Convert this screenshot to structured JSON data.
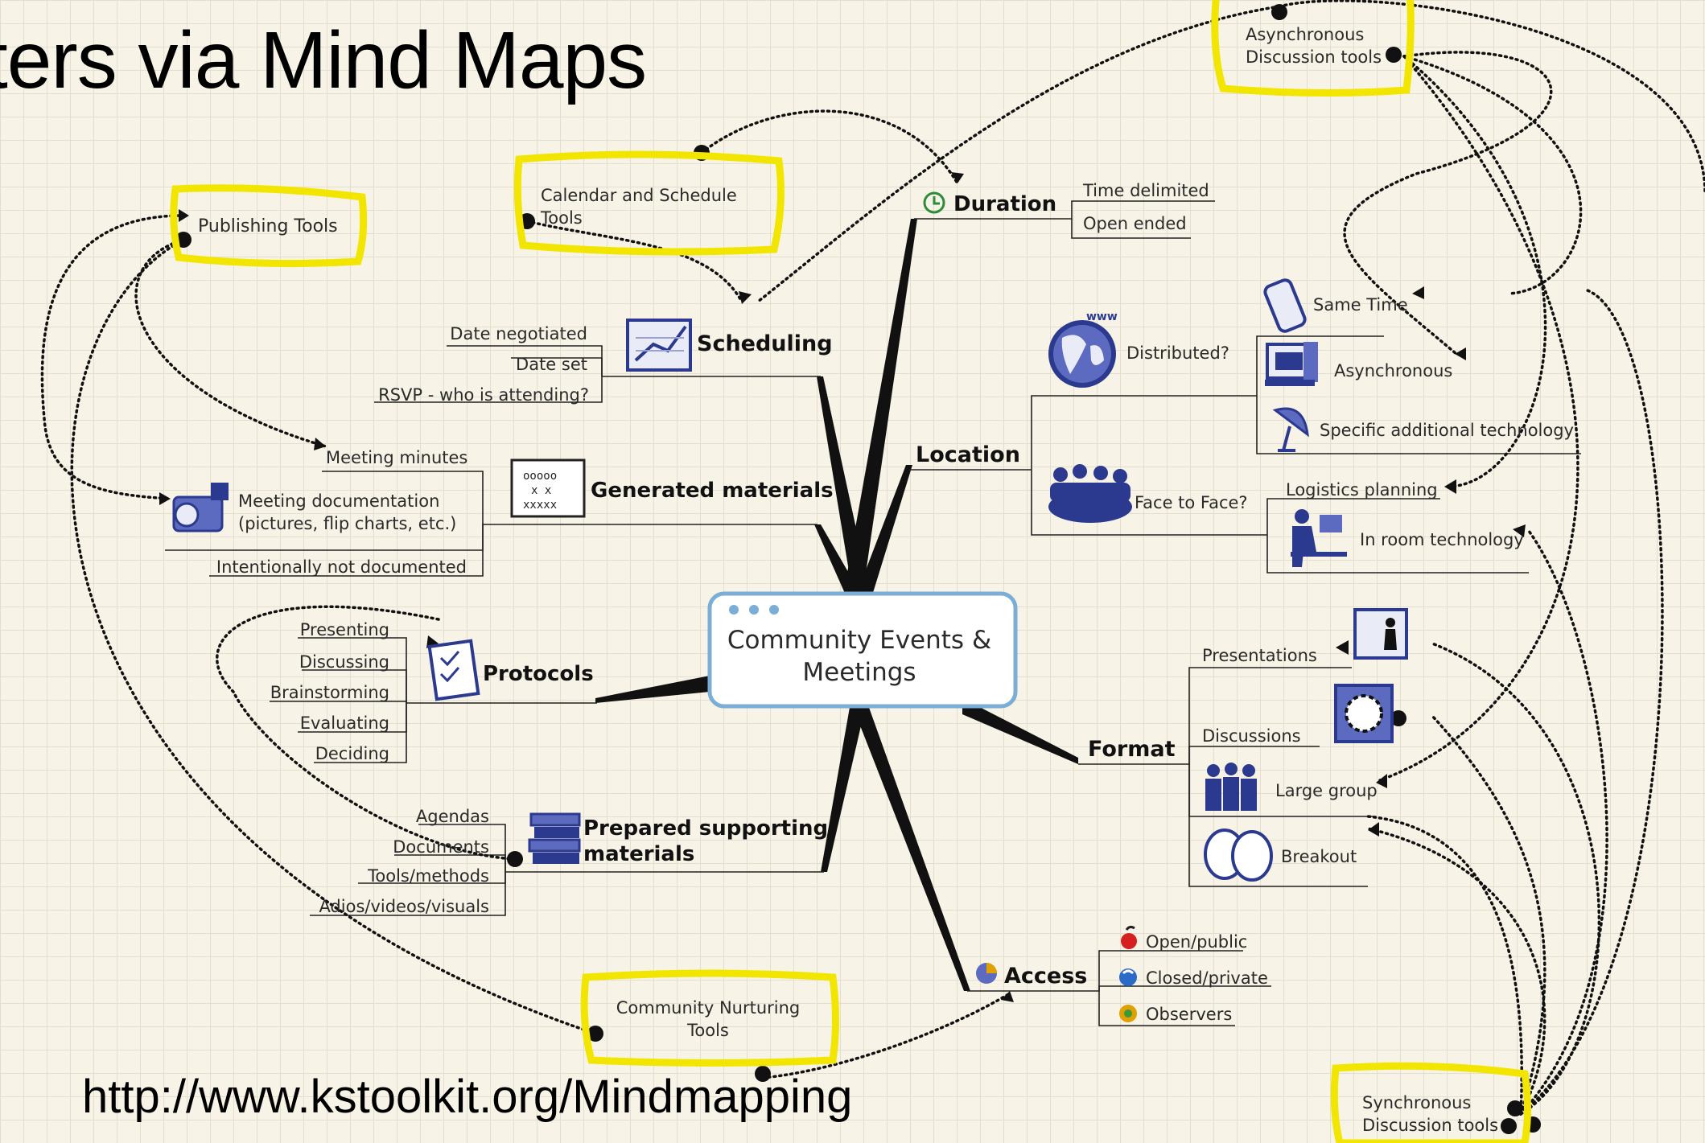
{
  "title": "ters via Mind Maps",
  "url": "http://www.kstoolkit.org/Mindmapping",
  "central": {
    "line1": "Community Events &",
    "line2": "Meetings"
  },
  "branches": {
    "duration": {
      "label": "Duration",
      "items": [
        "Time delimited",
        "Open ended"
      ]
    },
    "scheduling": {
      "label": "Scheduling",
      "items": [
        "Date negotiated",
        "Date set",
        "RSVP - who is attending?"
      ]
    },
    "location": {
      "label": "Location",
      "distributed": {
        "label": "Distributed?",
        "items": [
          "Same Time",
          "Asynchronous",
          "Specific additional technology"
        ]
      },
      "face_to_face": {
        "label": "Face to Face?",
        "items": [
          "Logistics planning",
          "In room technology"
        ]
      }
    },
    "generated": {
      "label": "Generated materials",
      "items": [
        "Meeting minutes",
        "Meeting documentation",
        "(pictures, flip charts, etc.)",
        "Intentionally not documented"
      ]
    },
    "protocols": {
      "label": "Protocols",
      "items": [
        "Presenting",
        "Discussing",
        "Brainstorming",
        "Evaluating",
        "Deciding"
      ]
    },
    "prepared": {
      "label_line1": "Prepared supporting",
      "label_line2": "materials",
      "items": [
        "Agendas",
        "Documents",
        "Tools/methods",
        "Adios/videos/visuals"
      ]
    },
    "format": {
      "label": "Format",
      "items": [
        "Presentations",
        "Discussions",
        "Large group",
        "Breakout"
      ]
    },
    "access": {
      "label": "Access",
      "items": [
        "Open/public",
        "Closed/private",
        "Observers"
      ]
    }
  },
  "tools": {
    "async": {
      "line1": "Asynchronous",
      "line2": "Discussion tools"
    },
    "calendar": {
      "line1": "Calendar and Schedule",
      "line2": "Tools"
    },
    "publishing": {
      "line1": "Publishing Tools"
    },
    "nurturing": {
      "line1": "Community Nurturing",
      "line2": "Tools"
    },
    "sync": {
      "line1": "Synchronous",
      "line2": "Discussion tools"
    }
  },
  "colors": {
    "highlight": "#f2e600",
    "central_border": "#7aaed6",
    "icon_blue": "#2b3a8f",
    "background": "#f7f3e6"
  }
}
